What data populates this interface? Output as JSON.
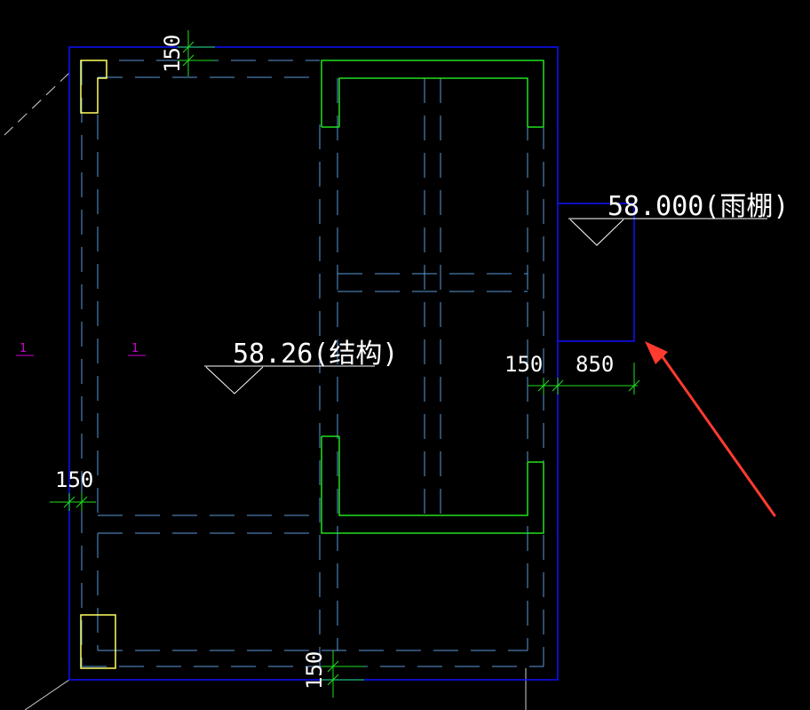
{
  "colors": {
    "background": "#000000",
    "slab_outline": "#1010ff",
    "beam_dashed": "#5a9ad8",
    "wall": "#20e020",
    "column": "#ffff60",
    "dimension": "#20e020",
    "text": "#ffffff",
    "axis_label": "#d000d0",
    "arrow": "#ff3b30"
  },
  "dimensions": {
    "top_left": "150",
    "left_middle": "150",
    "bottom_middle": "150",
    "canopy_gap": "150",
    "canopy_width": "850"
  },
  "elevations": {
    "structure": "58.26(结构)",
    "canopy": "58.000(雨棚)"
  },
  "axis_labels": {
    "left_outer": "1",
    "left_inner": "1"
  },
  "icons": {
    "arrow": "red-arrow-icon",
    "elevation_marker": "elevation-triangle-icon"
  }
}
